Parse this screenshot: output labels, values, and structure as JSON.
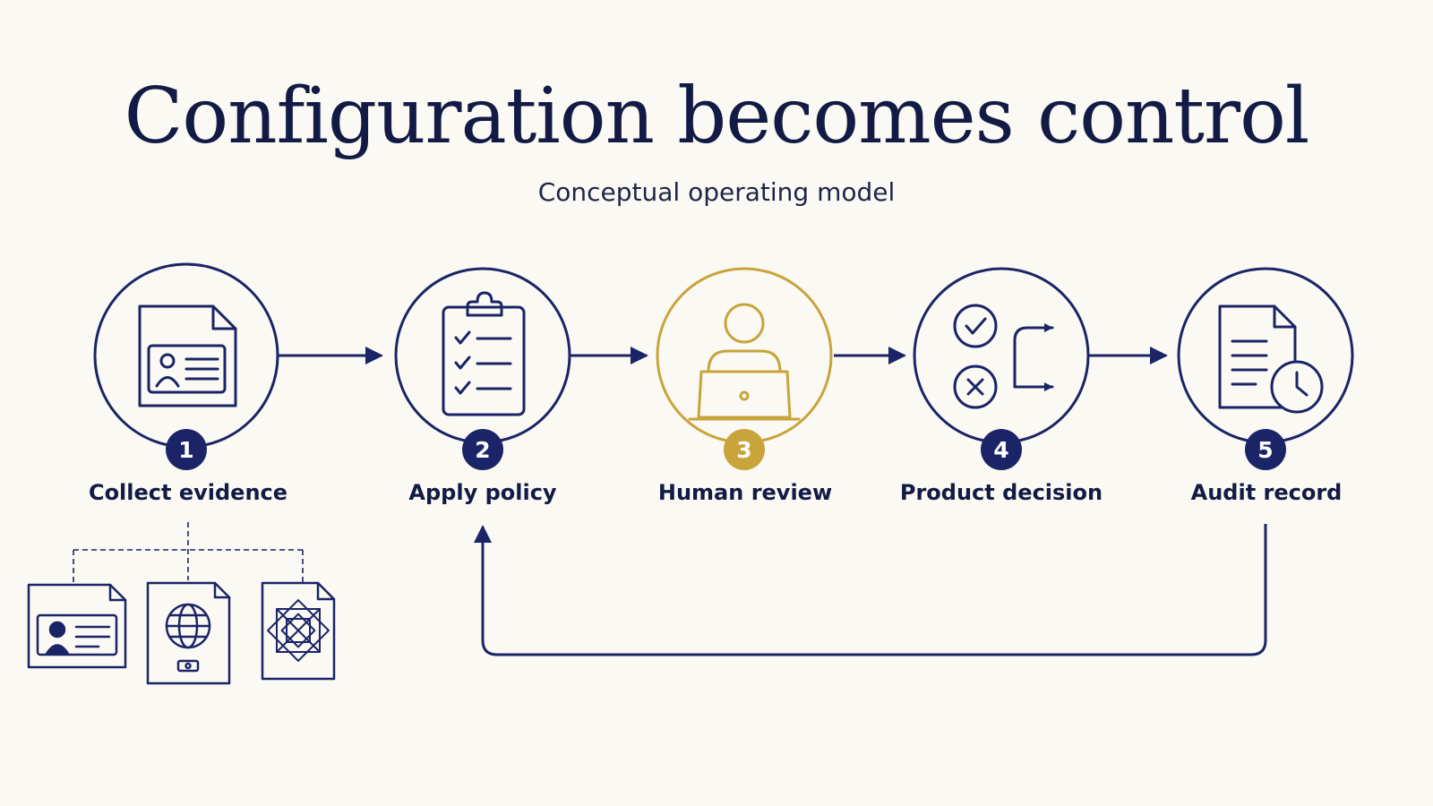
{
  "title": "Configuration becomes control",
  "subtitle": "Conceptual operating model",
  "colors": {
    "navy": "#1b2466",
    "gold": "#c9a43b",
    "background": "#fbf9f3"
  },
  "steps": [
    {
      "number": "1",
      "label": "Collect evidence",
      "icon": "id-card-document-icon",
      "highlight": false
    },
    {
      "number": "2",
      "label": "Apply policy",
      "icon": "clipboard-checklist-icon",
      "highlight": false
    },
    {
      "number": "3",
      "label": "Human review",
      "icon": "person-laptop-icon",
      "highlight": true
    },
    {
      "number": "4",
      "label": "Product decision",
      "icon": "approve-reject-branch-icon",
      "highlight": false
    },
    {
      "number": "5",
      "label": "Audit record",
      "icon": "document-clock-icon",
      "highlight": false
    }
  ],
  "evidence_documents": [
    {
      "icon": "id-card-icon"
    },
    {
      "icon": "passport-icon"
    },
    {
      "icon": "patterned-document-icon"
    }
  ],
  "feedback_loop": {
    "from_step": "5",
    "to_step": "2"
  }
}
